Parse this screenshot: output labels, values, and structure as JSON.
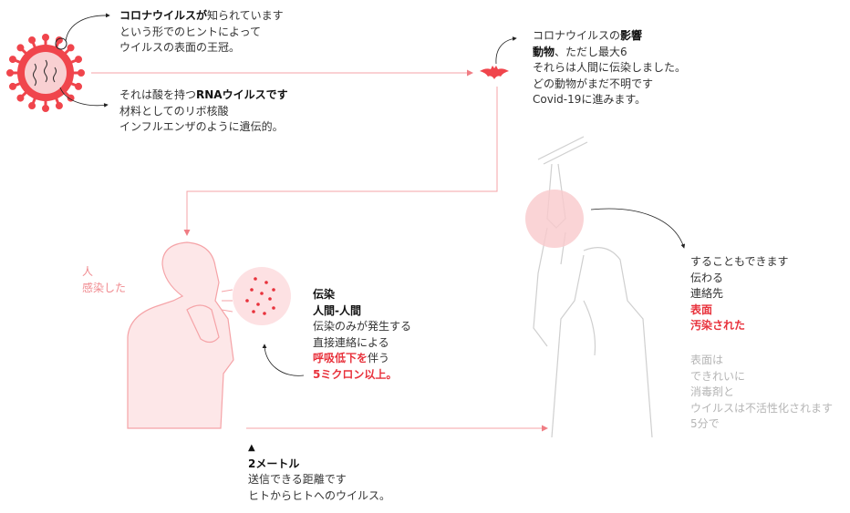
{
  "virus_note_1": {
    "bold": "コロナウイルスが",
    "rest": "知られています",
    "line2": "という形でのヒントによって",
    "line3": "ウイルスの表面の王冠。"
  },
  "virus_note_2": {
    "pre": "それは酸を持つ",
    "bold": "RNAウイルスです",
    "line2": "材料としてのリボ核酸",
    "line3": "インフルエンザのように遺伝的。"
  },
  "bat_note": {
    "line1_pre": "コロナウイルスの",
    "line1_bold": "影響",
    "line2_bold": "動物",
    "line2_rest": "、ただし最大6",
    "line3": "それらは人間に伝染しました。",
    "line4": "どの動物がまだ不明です",
    "line5": "Covid-19に進みます。"
  },
  "infected_label": {
    "line1": "人",
    "line2": "感染した"
  },
  "transmission_note": {
    "title": "伝染",
    "subtitle": "人間-人間",
    "line1": "伝染のみが発生する",
    "line2": "直接連絡による",
    "line3_red": "呼吸低下を",
    "line3_rest": "伴う",
    "line4_red": "5ミクロン以上。"
  },
  "distance_note": {
    "marker": "▲",
    "title": "2メートル",
    "line1": "送信できる距離です",
    "line2": "ヒトからヒトへのウイルス。"
  },
  "surface_note": {
    "line1": "することもできます",
    "line2": "伝わる",
    "line3": "連絡先",
    "line4_red": "表面",
    "line5_red": "汚染された"
  },
  "disinfect_note": {
    "line1": "表面は",
    "line2": "できれいに",
    "line3": "消毒剤と",
    "line4": "ウイルスは不活性化されます",
    "line5": "5分で"
  },
  "colors": {
    "accent": "#e8323c",
    "pink": "#f5a3a7",
    "grey_figure": "#cfcfcf"
  }
}
